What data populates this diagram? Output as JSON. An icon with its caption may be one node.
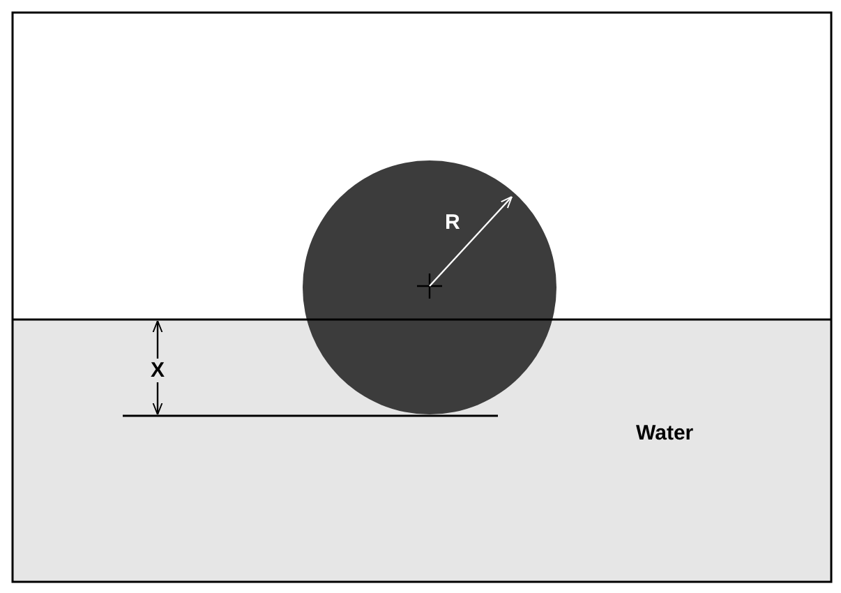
{
  "diagram": {
    "labels": [
      "R",
      "X",
      "Water"
    ]
  }
}
